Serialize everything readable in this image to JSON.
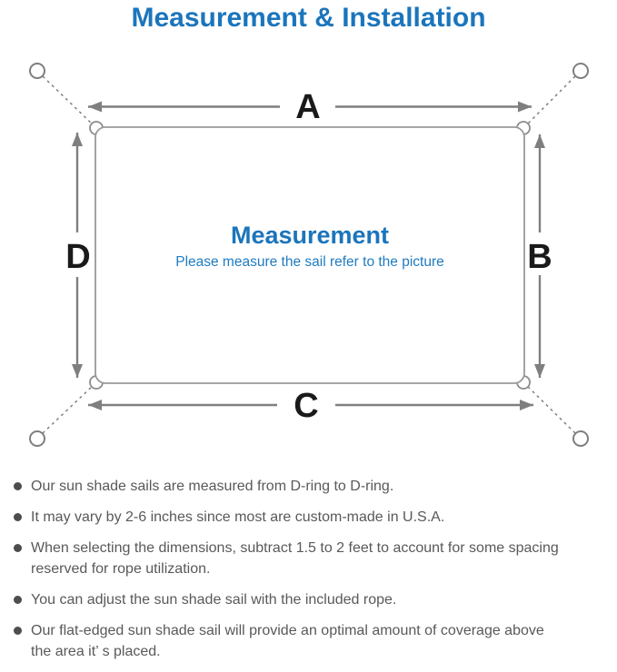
{
  "title": "Measurement & Installation",
  "diagram": {
    "labels": {
      "top": "A",
      "right": "B",
      "bottom": "C",
      "left": "D"
    },
    "center_title": "Measurement",
    "center_subtitle": "Please measure the sail refer to the picture"
  },
  "bullets": [
    "Our sun shade sails are measured from D-ring to D-ring.",
    "It may vary by 2-6 inches since most are custom-made in U.S.A.",
    "When selecting the dimensions, subtract 1.5 to 2 feet to account for some spacing\nreserved for rope utilization.",
    "You can adjust the sun shade sail with the included rope.",
    "Our flat-edged sun shade sail will provide an optimal amount of coverage above\nthe area it’ s placed."
  ],
  "colors": {
    "heading_blue": "#1b75bc",
    "subtitle_blue": "#1f7bc0",
    "diagram_gray": "#7f7f7f",
    "label_black": "#1a1a1a",
    "note_text_gray": "#595959"
  }
}
